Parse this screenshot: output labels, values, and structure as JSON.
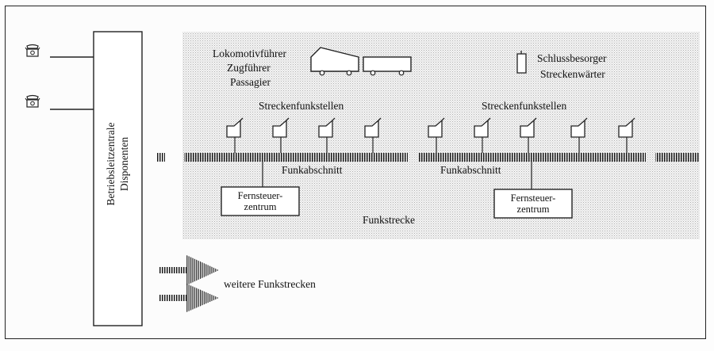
{
  "central": {
    "line1": "Betriebsleitzentrale",
    "line2": "Disponenten"
  },
  "crew_labels": [
    "Lokomotivführer",
    "Zugführer",
    "Passagier"
  ],
  "staff_labels": [
    "Schlussbesorger",
    "Streckenwärter"
  ],
  "labels": {
    "streckenfunkstellen": "Streckenfunkstellen",
    "funkabschnitt": "Funkabschnitt",
    "funkstrecke": "Funkstrecke",
    "weitere_funkstrecken": "weitere Funkstrecken"
  },
  "fernsteuer": {
    "line1": "Fernsteuer-",
    "line2": "zentrum"
  }
}
